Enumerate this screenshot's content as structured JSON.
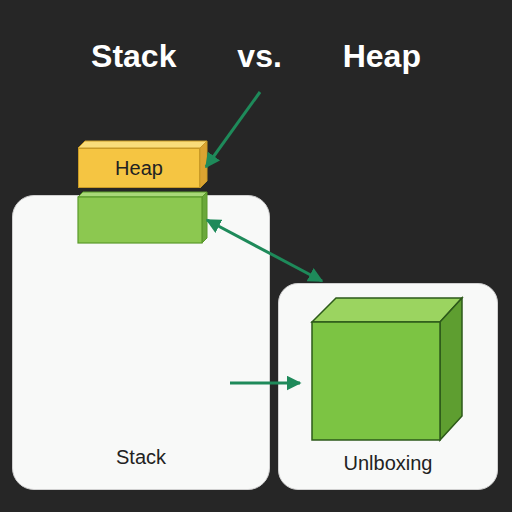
{
  "diagram": {
    "title": "Stack vs. Heap",
    "nodes": [
      {
        "text": [
          "Heap"
        ]
      },
      {
        "text": [
          "Stack"
        ]
      },
      {
        "text": [
          "Unlboxing"
        ]
      }
    ]
  }
}
